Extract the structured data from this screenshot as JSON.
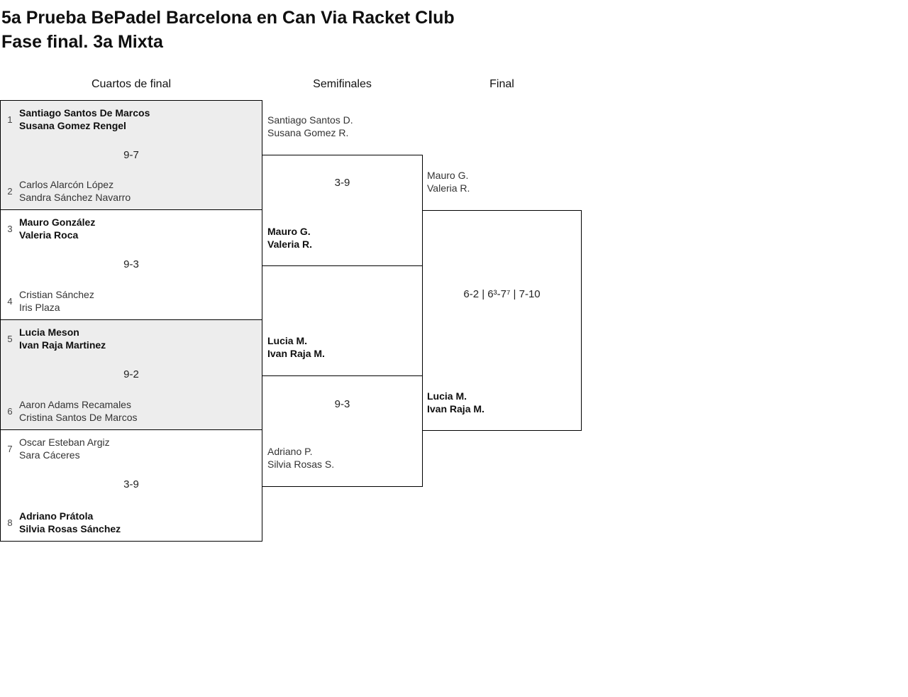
{
  "header": {
    "title": "5a Prueba BePadel Barcelona en Can Via Racket Club",
    "subtitle": "Fase final. 3a Mixta"
  },
  "rounds": [
    "Cuartos de final",
    "Semifinales",
    "Final"
  ],
  "colors": {
    "shaded_match_bg": "#ededed",
    "border": "#000000",
    "winner_text": "#0f0f0f",
    "loser_text": "#333333"
  },
  "bracket": {
    "quarterfinals": [
      {
        "shaded": true,
        "top": {
          "seed": "1",
          "name1": "Santiago Santos De Marcos",
          "name2": "Susana Gomez Rengel",
          "winner": true
        },
        "score": "9-7",
        "bottom": {
          "seed": "2",
          "name1": "Carlos Alarcón López",
          "name2": "Sandra Sánchez Navarro",
          "winner": false
        }
      },
      {
        "shaded": false,
        "top": {
          "seed": "3",
          "name1": "Mauro González",
          "name2": "Valeria Roca",
          "winner": true
        },
        "score": "9-3",
        "bottom": {
          "seed": "4",
          "name1": "Cristian Sánchez",
          "name2": "Iris Plaza",
          "winner": false
        }
      },
      {
        "shaded": true,
        "top": {
          "seed": "5",
          "name1": "Lucia Meson",
          "name2": "Ivan Raja Martinez",
          "winner": true
        },
        "score": "9-2",
        "bottom": {
          "seed": "6",
          "name1": "Aaron Adams Recamales",
          "name2": "Cristina Santos De Marcos",
          "winner": false
        }
      },
      {
        "shaded": false,
        "top": {
          "seed": "7",
          "name1": "Oscar Esteban Argiz",
          "name2": "Sara Cáceres",
          "winner": false
        },
        "score": "3-9",
        "bottom": {
          "seed": "8",
          "name1": "Adriano Prátola",
          "name2": "Silvia Rosas Sánchez",
          "winner": true
        }
      }
    ],
    "semifinals": [
      {
        "top": {
          "name1": "Santiago Santos D.",
          "name2": "Susana Gomez R.",
          "winner": false
        },
        "score": "3-9",
        "bottom": {
          "name1": "Mauro G.",
          "name2": "Valeria R.",
          "winner": true
        }
      },
      {
        "top": {
          "name1": "Lucia M.",
          "name2": "Ivan Raja M.",
          "winner": true
        },
        "score": "9-3",
        "bottom": {
          "name1": "Adriano P.",
          "name2": "Silvia Rosas S.",
          "winner": false
        }
      }
    ],
    "final": {
      "top": {
        "name1": "Mauro G.",
        "name2": "Valeria R.",
        "winner": false
      },
      "score": "6-2 | 6³-7⁷ | 7-10",
      "bottom": {
        "name1": "Lucia M.",
        "name2": "Ivan Raja M.",
        "winner": true
      }
    }
  }
}
